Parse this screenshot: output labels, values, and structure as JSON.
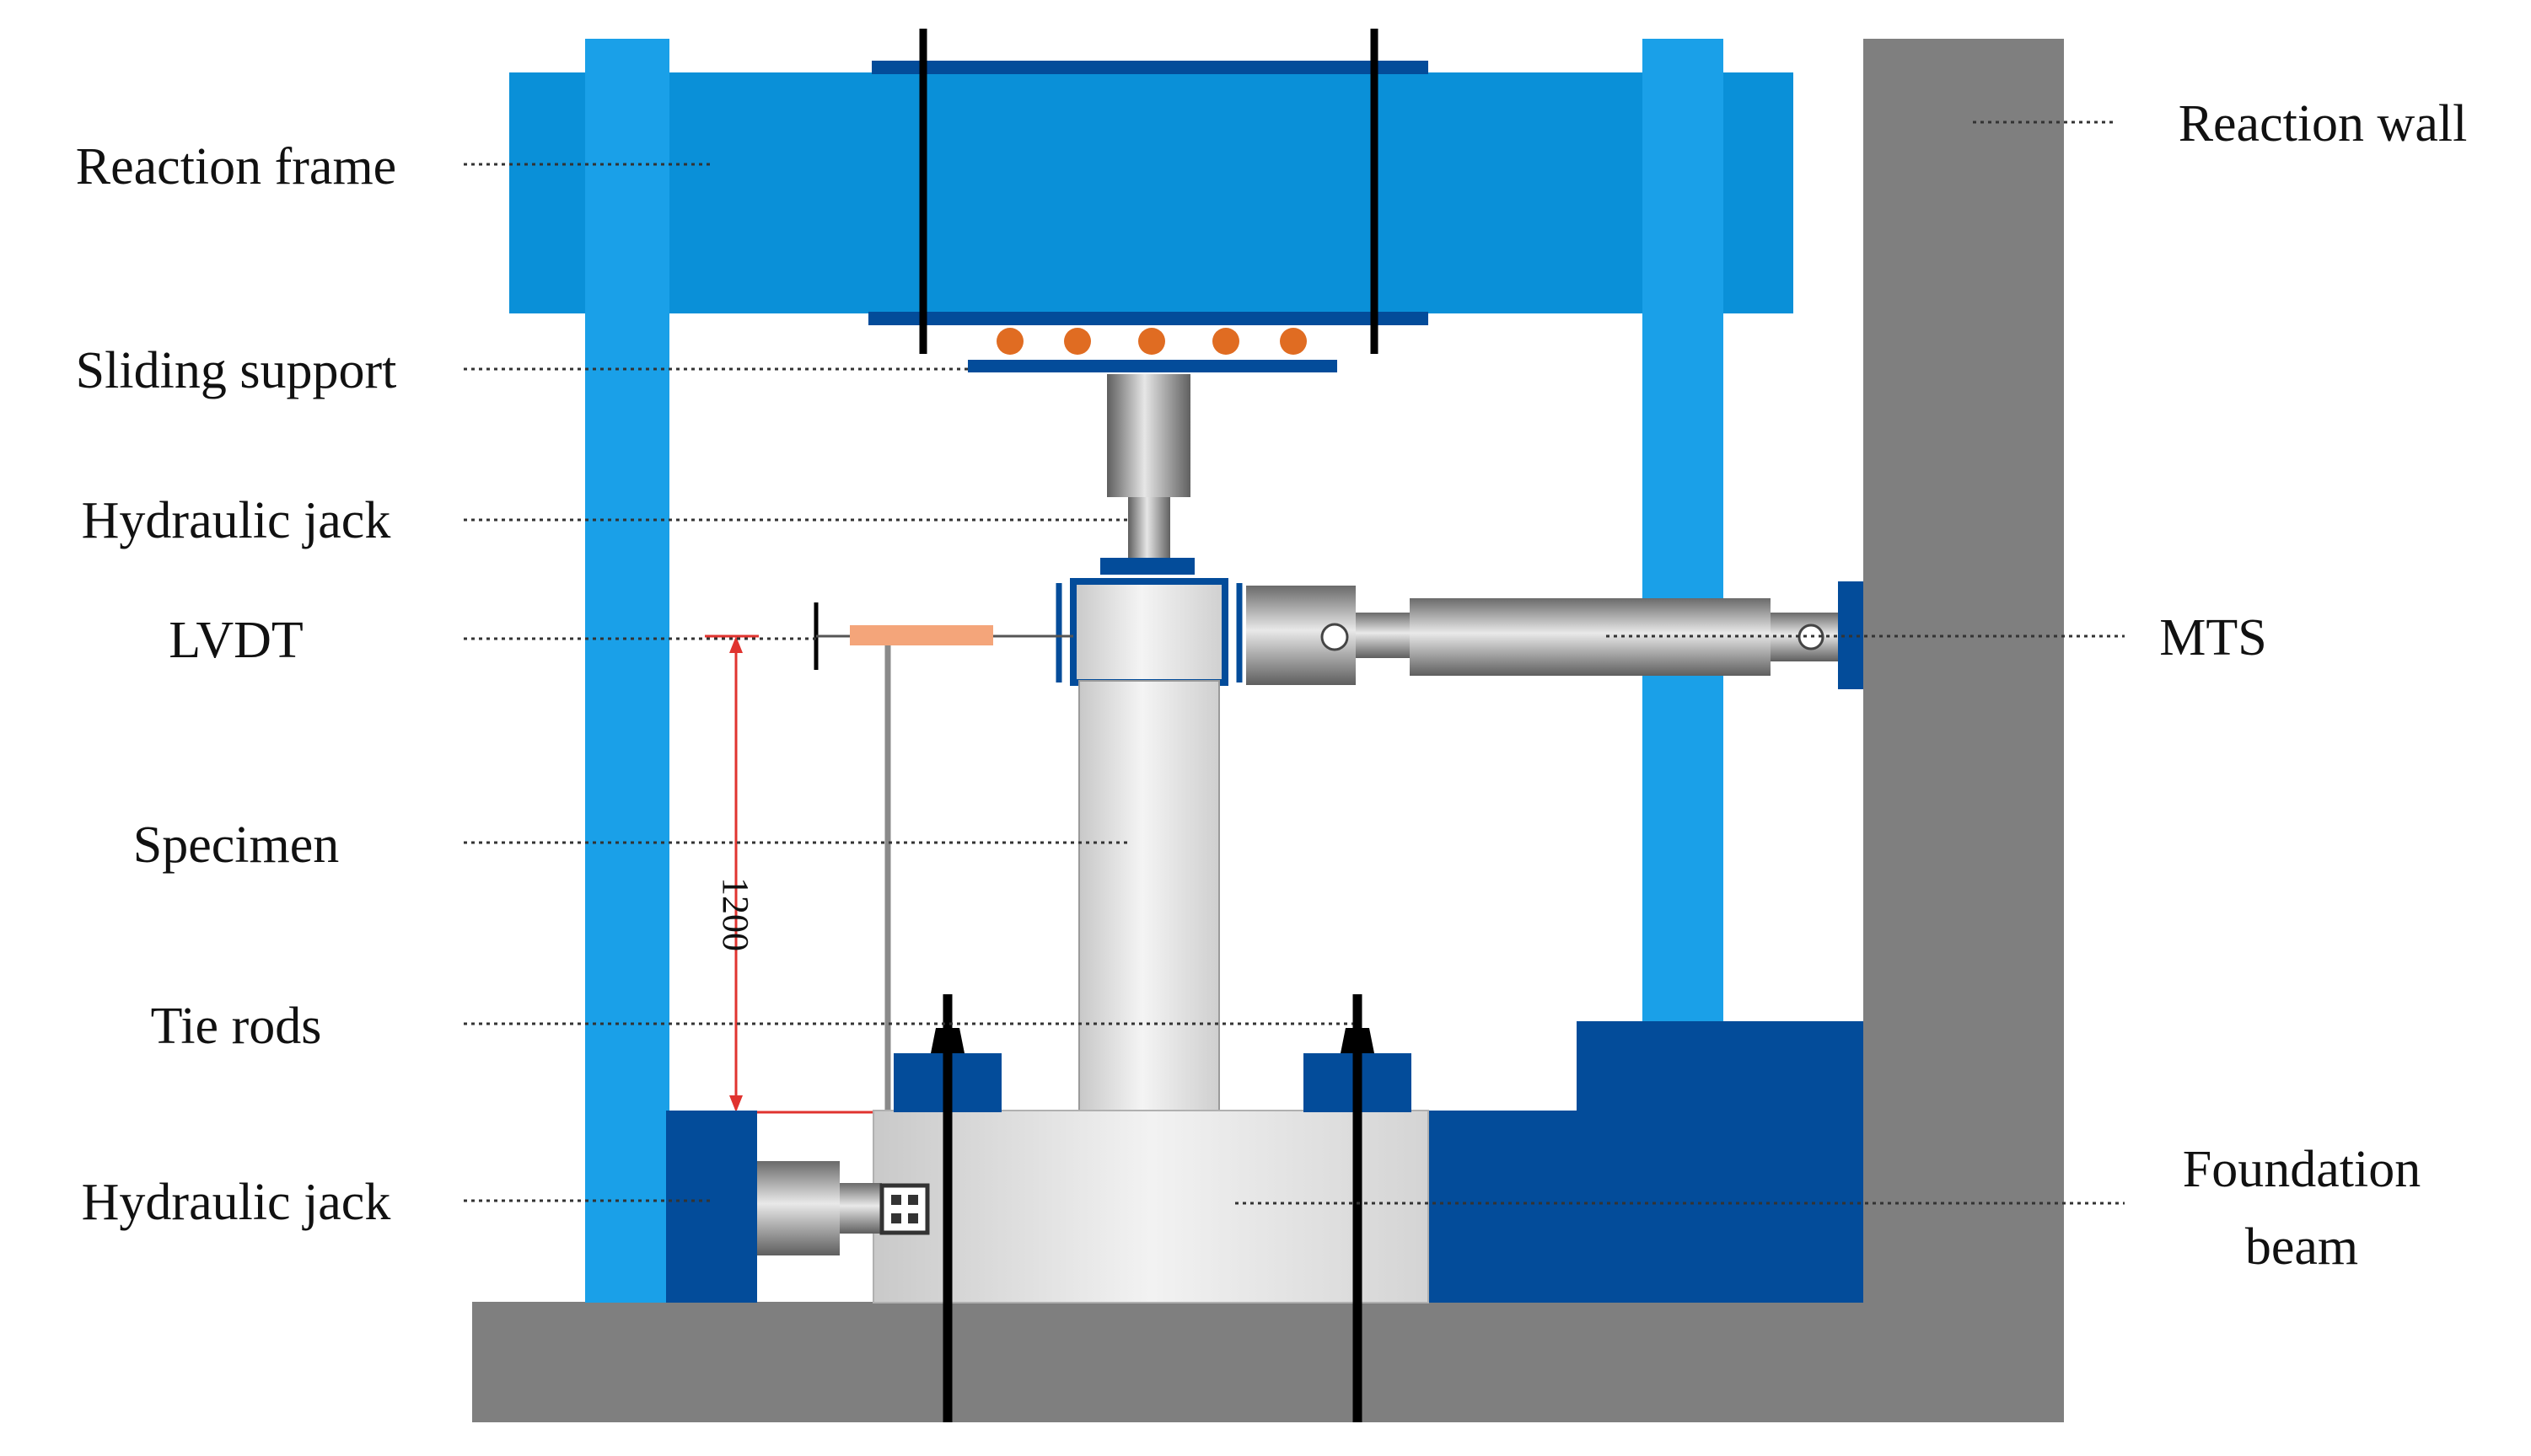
{
  "labels": {
    "reaction_frame": "Reaction frame",
    "sliding_support": "Sliding support",
    "hydraulic_jack_top": "Hydraulic jack",
    "lvdt": "LVDT",
    "specimen": "Specimen",
    "tie_rods": "Tie rods",
    "hydraulic_jack_bottom": "Hydraulic jack",
    "reaction_wall": "Reaction wall",
    "mts": "MTS",
    "foundation_beam_line1": "Foundation",
    "foundation_beam_line2": "beam"
  },
  "dimension": "1200",
  "colors": {
    "frame_blue": "#0a90d8",
    "frame_blue_light": "#1aa0e8",
    "dark_blue": "#034c9a",
    "wall_gray": "#7f7f7f",
    "roller_orange": "#e06c22",
    "lvdt_orange": "#f4a57a",
    "dimension_red": "#e0332f"
  }
}
